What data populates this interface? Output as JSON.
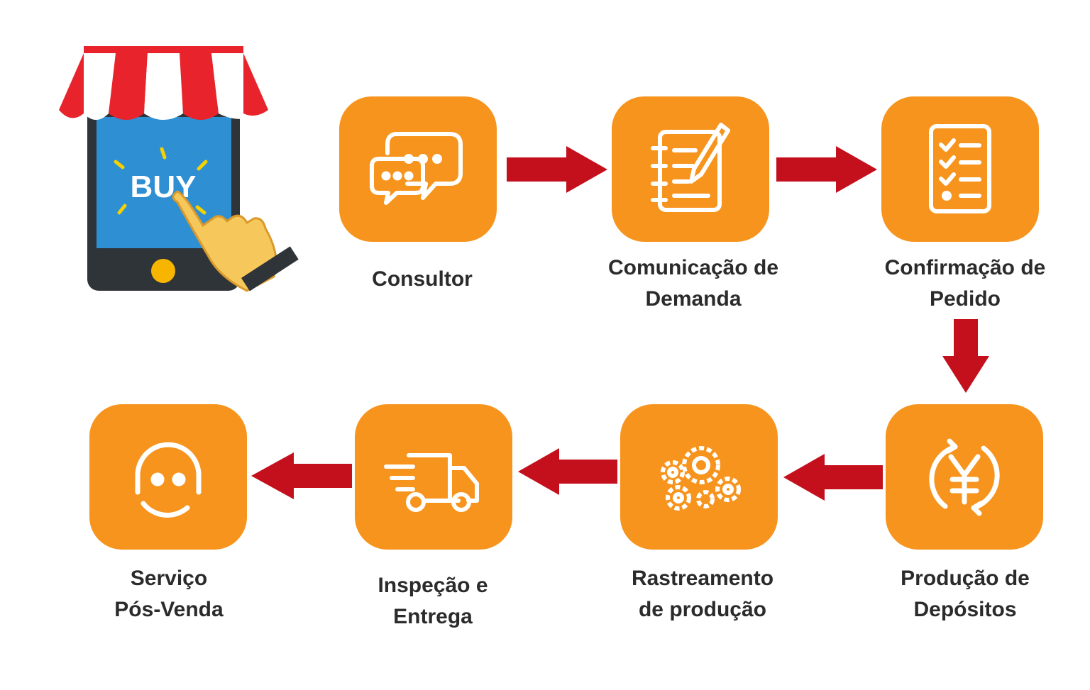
{
  "shop": {
    "screen_text": "BUY"
  },
  "steps": [
    {
      "label": "Consultor",
      "icon": "chat-bubbles-icon"
    },
    {
      "label": "Comunicação de\nDemanda",
      "icon": "notepad-pen-icon"
    },
    {
      "label": "Confirmação de\nPedido",
      "icon": "checklist-icon"
    },
    {
      "label": "Produção de\nDepósitos",
      "icon": "yen-cycle-icon"
    },
    {
      "label": "Rastreamento\nde produção",
      "icon": "gears-icon"
    },
    {
      "label": "Inspeção e\nEntrega",
      "icon": "delivery-truck-icon"
    },
    {
      "label": "Serviço\nPós-Venda",
      "icon": "headset-support-icon"
    }
  ],
  "colors": {
    "tile": "#f7941d",
    "arrow": "#c4101c",
    "text": "#2b2b2b",
    "awning_red": "#e8232b",
    "screen_blue": "#2e8fd3"
  }
}
